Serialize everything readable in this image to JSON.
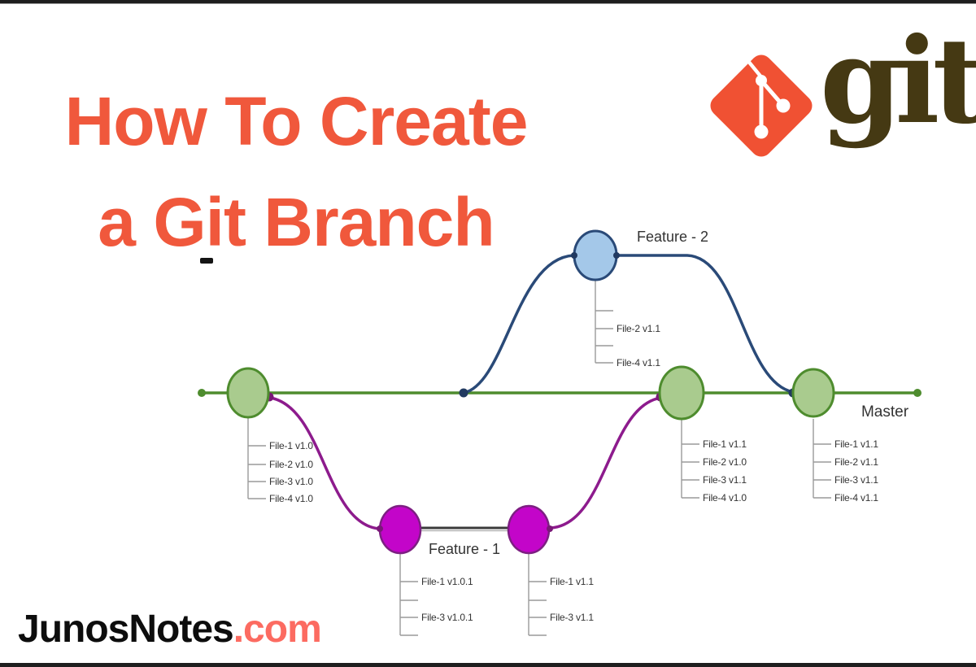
{
  "title": {
    "line1": "How To Create",
    "line2": "a Git Branch",
    "color": "#F0583C"
  },
  "git_logo": {
    "wordmark": "git",
    "diamond_color": "#F05133",
    "wordmark_color": "#453913"
  },
  "watermark": {
    "brand": "JunosNotes",
    "suffix": ".com",
    "suffix_color": "#FC6B61"
  },
  "diagram": {
    "master_label": "Master",
    "feature1_label": "Feature - 1",
    "feature2_label": "Feature - 2",
    "colors": {
      "master_green": "#4E8C2E",
      "master_node_fill": "#A9CB8E",
      "feature1_node_fill": "#C305C9",
      "feature1_node_stroke": "#7D1F82",
      "feature1_curve": "#8D1B8D",
      "feature2_curve": "#2A4A78",
      "feature2_node_fill": "#A4C8E9"
    },
    "commits": {
      "master_initial": {
        "files": [
          "File-1 v1.0",
          "File-2 v1.0",
          "File-3 v1.0",
          "File-4 v1.0"
        ]
      },
      "feature2_commit": {
        "files": [
          "File-2 v1.1",
          "File-4 v1.1"
        ]
      },
      "feature1_commit1": {
        "files": [
          "File-1 v1.0.1",
          "File-3 v1.0.1"
        ]
      },
      "feature1_commit2": {
        "files": [
          "File-1 v1.1",
          "File-3 v1.1"
        ]
      },
      "master_after_f1_merge": {
        "files": [
          "File-1 v1.1",
          "File-2 v1.0",
          "File-3 v1.1",
          "File-4 v1.0"
        ]
      },
      "master_after_f2_merge": {
        "files": [
          "File-1 v1.1",
          "File-2 v1.1",
          "File-3 v1.1",
          "File-4 v1.1"
        ]
      }
    }
  }
}
